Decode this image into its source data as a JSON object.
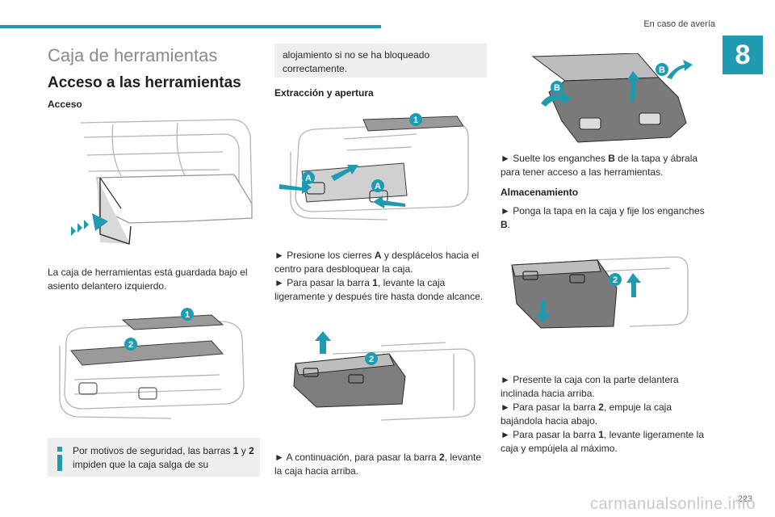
{
  "header": {
    "chapter_title": "En caso de avería",
    "chapter_number": "8"
  },
  "left": {
    "section_title": "Caja de herramientas",
    "subsection_title": "Acceso a las herramientas",
    "access_label": "Acceso",
    "access_text": "La caja de herramientas está guardada bajo el asiento delantero izquierdo.",
    "note_pre1": "Por motivos de seguridad, las barras ",
    "note_b1": "1",
    "note_mid1": " y ",
    "note_b2": "2",
    "note_post": " impiden que la caja salga de su"
  },
  "middle": {
    "note_cont": "alojamiento si no se ha bloqueado correctamente.",
    "extraction_title": "Extracción y apertura",
    "step1_pre": "► Presione los cierres ",
    "step1_b": "A",
    "step1_post": " y desplácelos hacia el centro para desbloquear la caja.",
    "step2_pre": "► Para pasar la barra ",
    "step2_b": "1",
    "step2_post": ", levante la caja ligeramente y después tire hasta donde alcance.",
    "step3_pre": "► A continuación, para pasar la barra ",
    "step3_b": "2",
    "step3_post": ", levante la caja hacia arriba."
  },
  "right": {
    "step4_pre": "► Suelte los enganches ",
    "step4_b": "B",
    "step4_post": " de la tapa y ábrala para tener acceso a las herramientas.",
    "storage_title": "Almacenamiento",
    "step5_pre": "► Ponga la tapa en la caja y fije los enganches ",
    "step5_b": "B",
    "step5_post": ".",
    "step6": "► Presente la caja con la parte delantera inclinada hacia arriba.",
    "step7_pre": "► Para pasar la barra ",
    "step7_b": "2",
    "step7_post": ", empuje la caja bajándola hacia abajo.",
    "step8_pre": "► Para pasar la barra ",
    "step8_b": "1",
    "step8_post": ", levante ligeramente la caja y empújela al máximo."
  },
  "figure_labels": {
    "one": "1",
    "two": "2",
    "a": "A",
    "b": "B"
  },
  "footer": {
    "page_number": "223",
    "watermark": "carmanualsonline.info"
  },
  "colors": {
    "accent": "#1e9bb1",
    "note_bg": "#eeeeee",
    "line": "#9a9a9a"
  }
}
